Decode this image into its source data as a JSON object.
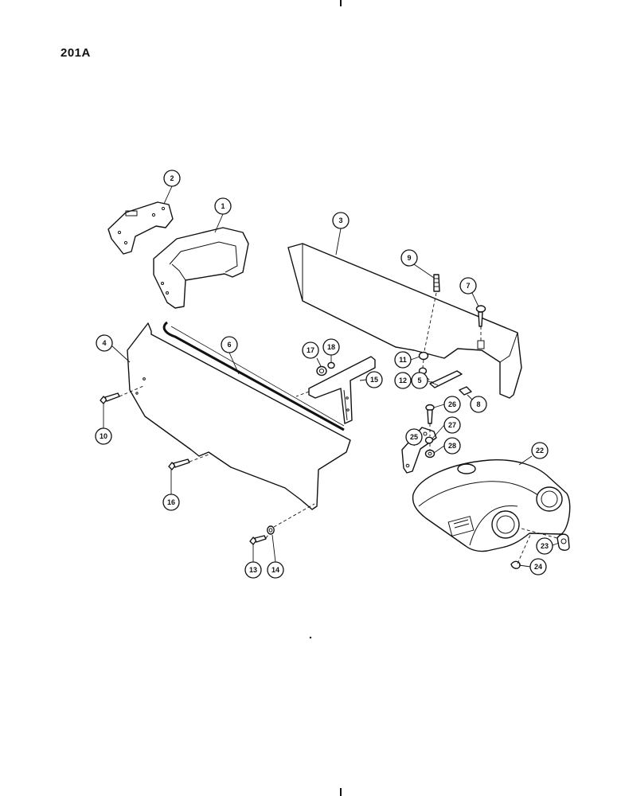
{
  "page_number": "201A",
  "callouts": [
    "1",
    "2",
    "3",
    "4",
    "5",
    "6",
    "7",
    "8",
    "9",
    "10",
    "11",
    "12",
    "13",
    "14",
    "15",
    "16",
    "17",
    "18",
    "22",
    "23",
    "24",
    "25",
    "26",
    "27",
    "28"
  ]
}
